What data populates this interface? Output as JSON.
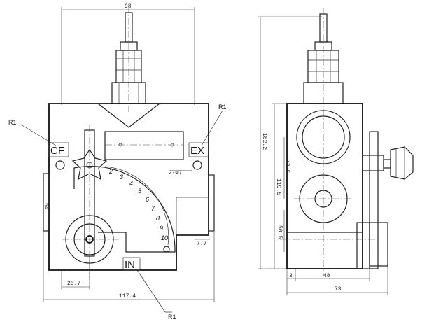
{
  "port_labels": {
    "cf": "CF",
    "ex": "EX",
    "in": "IN"
  },
  "radius_callouts": {
    "top_left": "R1",
    "top_right": "R1",
    "bottom": "R1"
  },
  "front_dimensions": {
    "top_width": "98",
    "overall_width": "117.4",
    "left_offset": "20.7",
    "left_height": "54",
    "right_small": "7.7",
    "mount_holes": "2-Φ7"
  },
  "side_dimensions": {
    "overall_height": "182.2",
    "upper": "47.5",
    "middle": "119.5",
    "lower": "50.5",
    "base_small": "3",
    "base_mid": "48",
    "overall_width": "73"
  },
  "scale_marks": [
    "2",
    "3",
    "4",
    "5",
    "6",
    "7",
    "8",
    "9",
    "10"
  ]
}
